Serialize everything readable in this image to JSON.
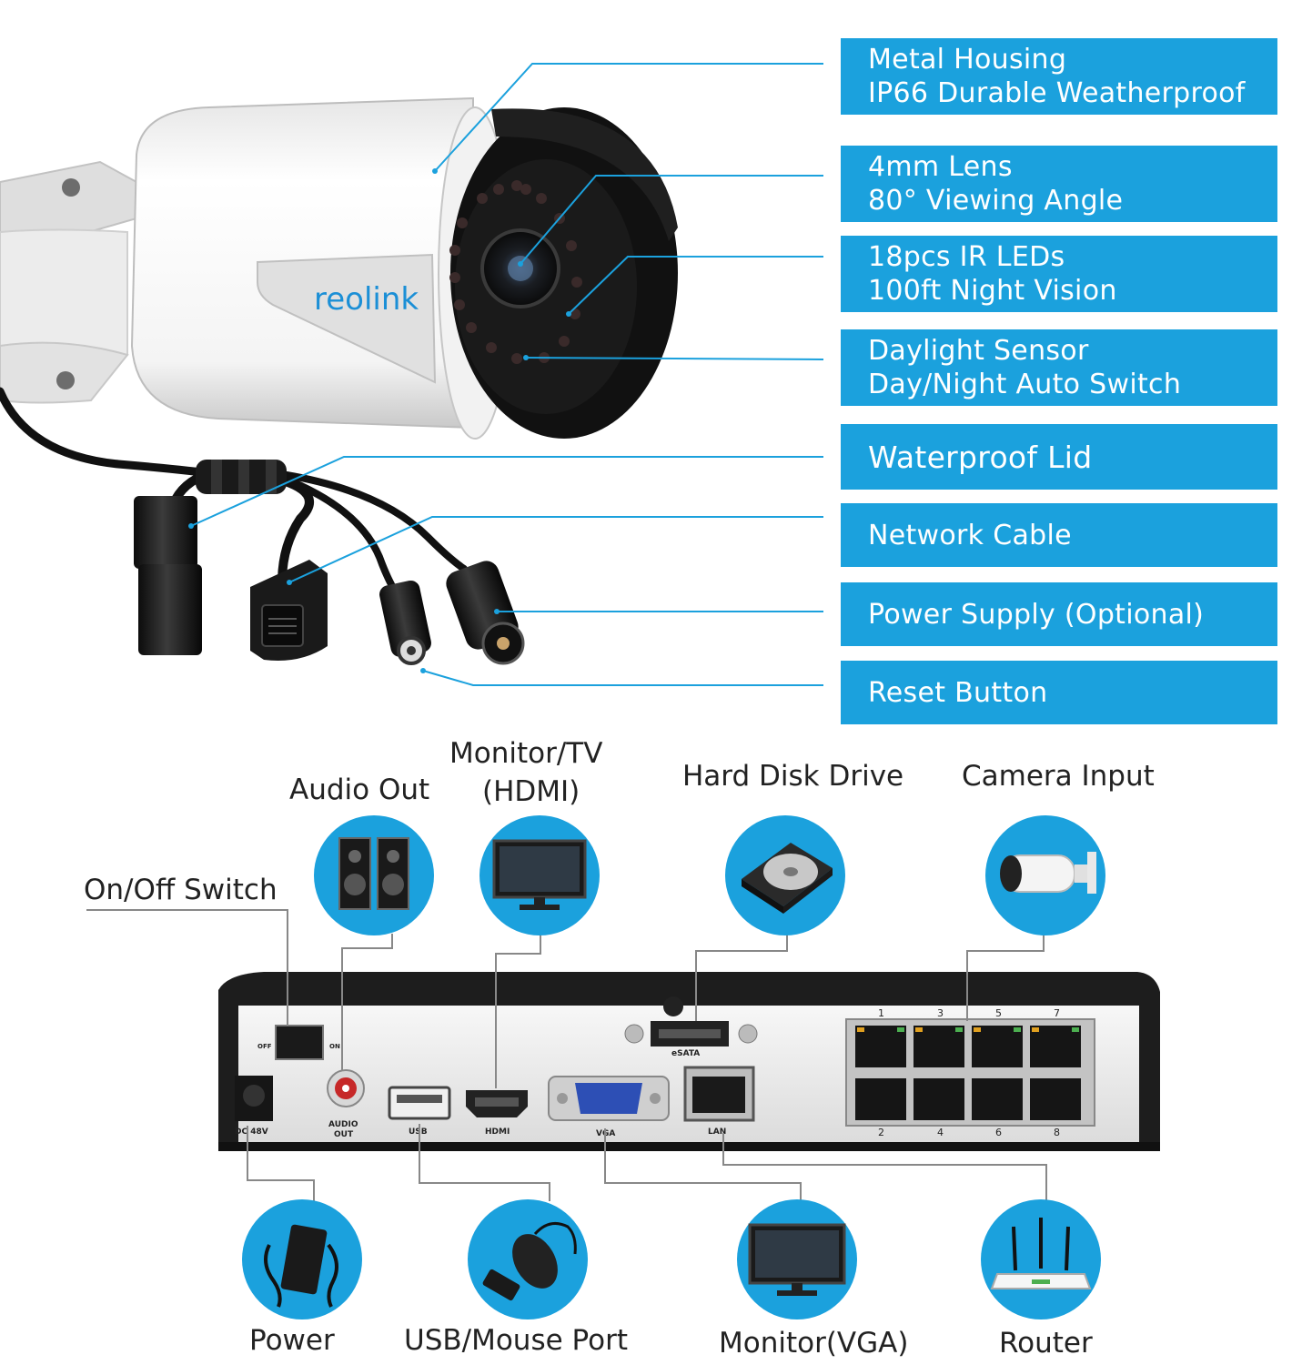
{
  "camera": {
    "brand_logo": "reolink",
    "features": [
      {
        "line1": "Metal Housing",
        "line2": "IP66 Durable Weatherproof"
      },
      {
        "line1": "4mm Lens",
        "line2": "80° Viewing Angle"
      },
      {
        "line1": "18pcs IR LEDs",
        "line2": "100ft Night Vision"
      },
      {
        "line1": "Daylight Sensor",
        "line2": "Day/Night Auto Switch"
      },
      {
        "line1": "Waterproof Lid",
        "line2": ""
      },
      {
        "line1": "Network Cable",
        "line2": ""
      },
      {
        "line1": "Power Supply (Optional)",
        "line2": ""
      },
      {
        "line1": "Reset Button",
        "line2": ""
      }
    ]
  },
  "nvr": {
    "top_labels": {
      "on_off": "On/Off Switch",
      "audio_out": "Audio Out",
      "monitor_hdmi_1": "Monitor/TV",
      "monitor_hdmi_2": "(HDMI)",
      "hdd": "Hard Disk Drive",
      "camera_input": "Camera Input"
    },
    "bottom_labels": {
      "power": "Power",
      "usb": "USB/Mouse Port",
      "vga": "Monitor(VGA)",
      "router": "Router"
    },
    "panel_text": {
      "off": "OFF",
      "on": "ON",
      "dc": "DC 48V",
      "audio_out_1": "AUDIO",
      "audio_out_2": "OUT",
      "usb": "USB",
      "hdmi": "HDMI",
      "vga": "VGA",
      "lan": "LAN",
      "esata": "eSATA",
      "ports_top": [
        "1",
        "3",
        "5",
        "7"
      ],
      "ports_bottom": [
        "2",
        "4",
        "6",
        "8"
      ]
    },
    "colors": {
      "accent": "#1ba1dd",
      "line": "#888888"
    }
  }
}
